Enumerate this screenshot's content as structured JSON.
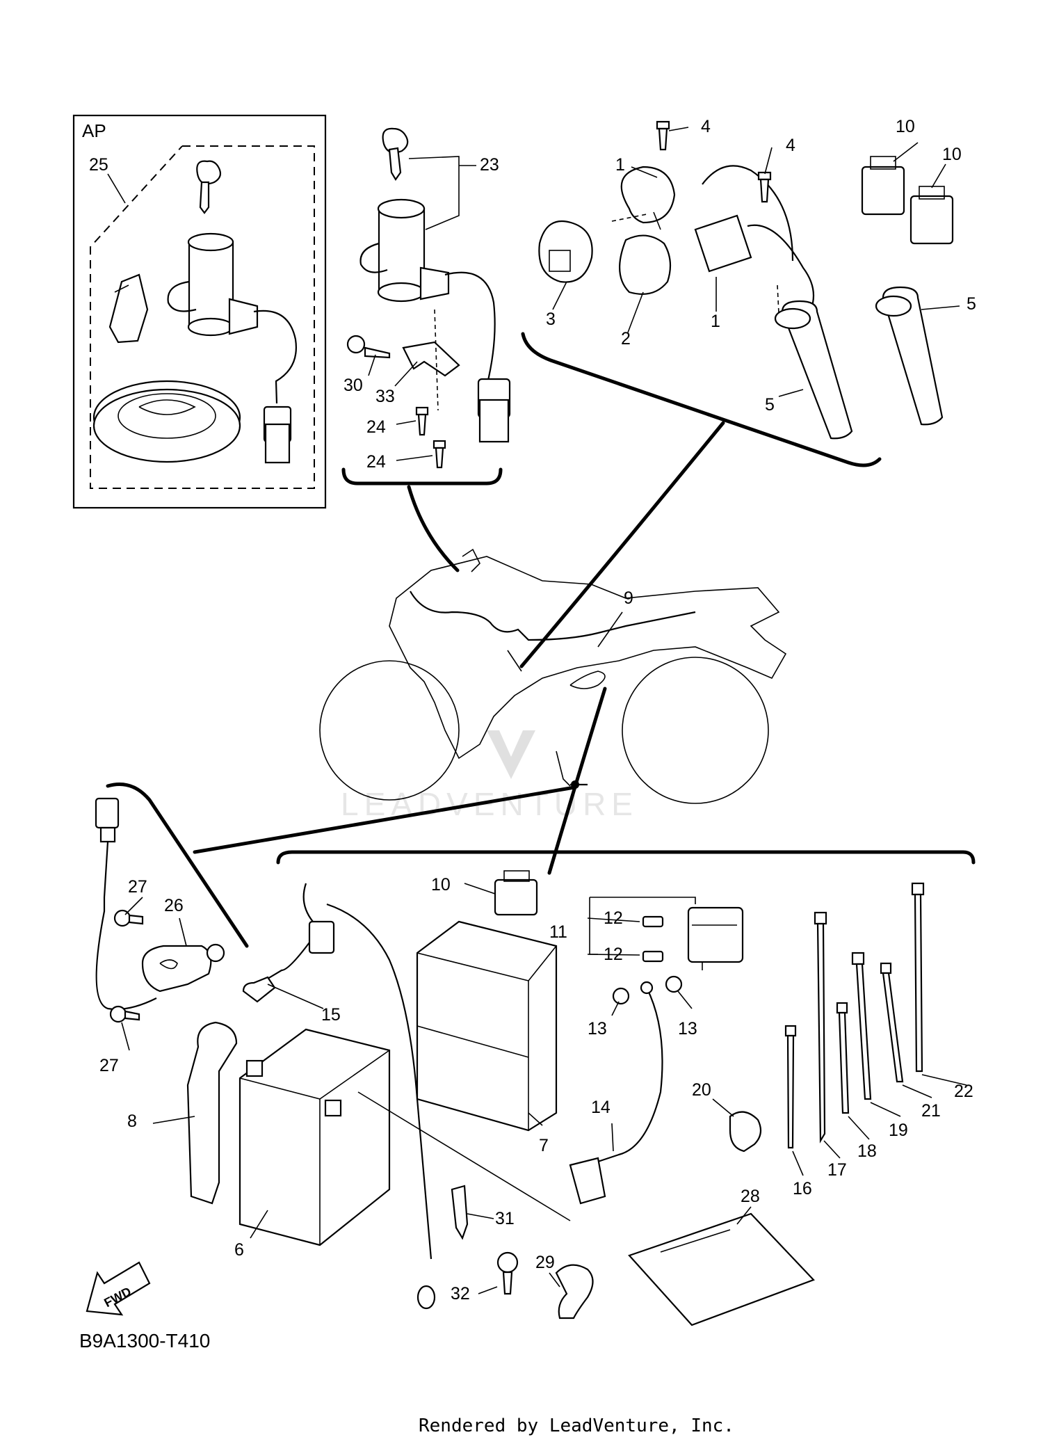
{
  "diagram": {
    "code": "B9A1300-T410",
    "credit": "Rendered by LeadVenture, Inc.",
    "inset_label": "AP",
    "watermark": "LEADVENTURE",
    "fwd_label": "FWD"
  },
  "callouts": [
    {
      "id": "c25",
      "text": "25"
    },
    {
      "id": "c23",
      "text": "23"
    },
    {
      "id": "c30",
      "text": "30"
    },
    {
      "id": "c33",
      "text": "33"
    },
    {
      "id": "c24a",
      "text": "24"
    },
    {
      "id": "c24b",
      "text": "24"
    },
    {
      "id": "c4a",
      "text": "4"
    },
    {
      "id": "c4b",
      "text": "4"
    },
    {
      "id": "c1a",
      "text": "1"
    },
    {
      "id": "c1b",
      "text": "1"
    },
    {
      "id": "c2",
      "text": "2"
    },
    {
      "id": "c3",
      "text": "3"
    },
    {
      "id": "c10a",
      "text": "10"
    },
    {
      "id": "c10b",
      "text": "10"
    },
    {
      "id": "c5a",
      "text": "5"
    },
    {
      "id": "c5b",
      "text": "5"
    },
    {
      "id": "c9",
      "text": "9"
    },
    {
      "id": "c27a",
      "text": "27"
    },
    {
      "id": "c26",
      "text": "26"
    },
    {
      "id": "c27b",
      "text": "27"
    },
    {
      "id": "c10c",
      "text": "10"
    },
    {
      "id": "c11",
      "text": "11"
    },
    {
      "id": "c12a",
      "text": "12"
    },
    {
      "id": "c12b",
      "text": "12"
    },
    {
      "id": "c13a",
      "text": "13"
    },
    {
      "id": "c13b",
      "text": "13"
    },
    {
      "id": "c15",
      "text": "15"
    },
    {
      "id": "c8",
      "text": "8"
    },
    {
      "id": "c7",
      "text": "7"
    },
    {
      "id": "c14",
      "text": "14"
    },
    {
      "id": "c20",
      "text": "20"
    },
    {
      "id": "c6",
      "text": "6"
    },
    {
      "id": "c31",
      "text": "31"
    },
    {
      "id": "c32",
      "text": "32"
    },
    {
      "id": "c29",
      "text": "29"
    },
    {
      "id": "c28",
      "text": "28"
    },
    {
      "id": "c16",
      "text": "16"
    },
    {
      "id": "c17",
      "text": "17"
    },
    {
      "id": "c18",
      "text": "18"
    },
    {
      "id": "c19",
      "text": "19"
    },
    {
      "id": "c21",
      "text": "21"
    },
    {
      "id": "c22",
      "text": "22"
    }
  ]
}
